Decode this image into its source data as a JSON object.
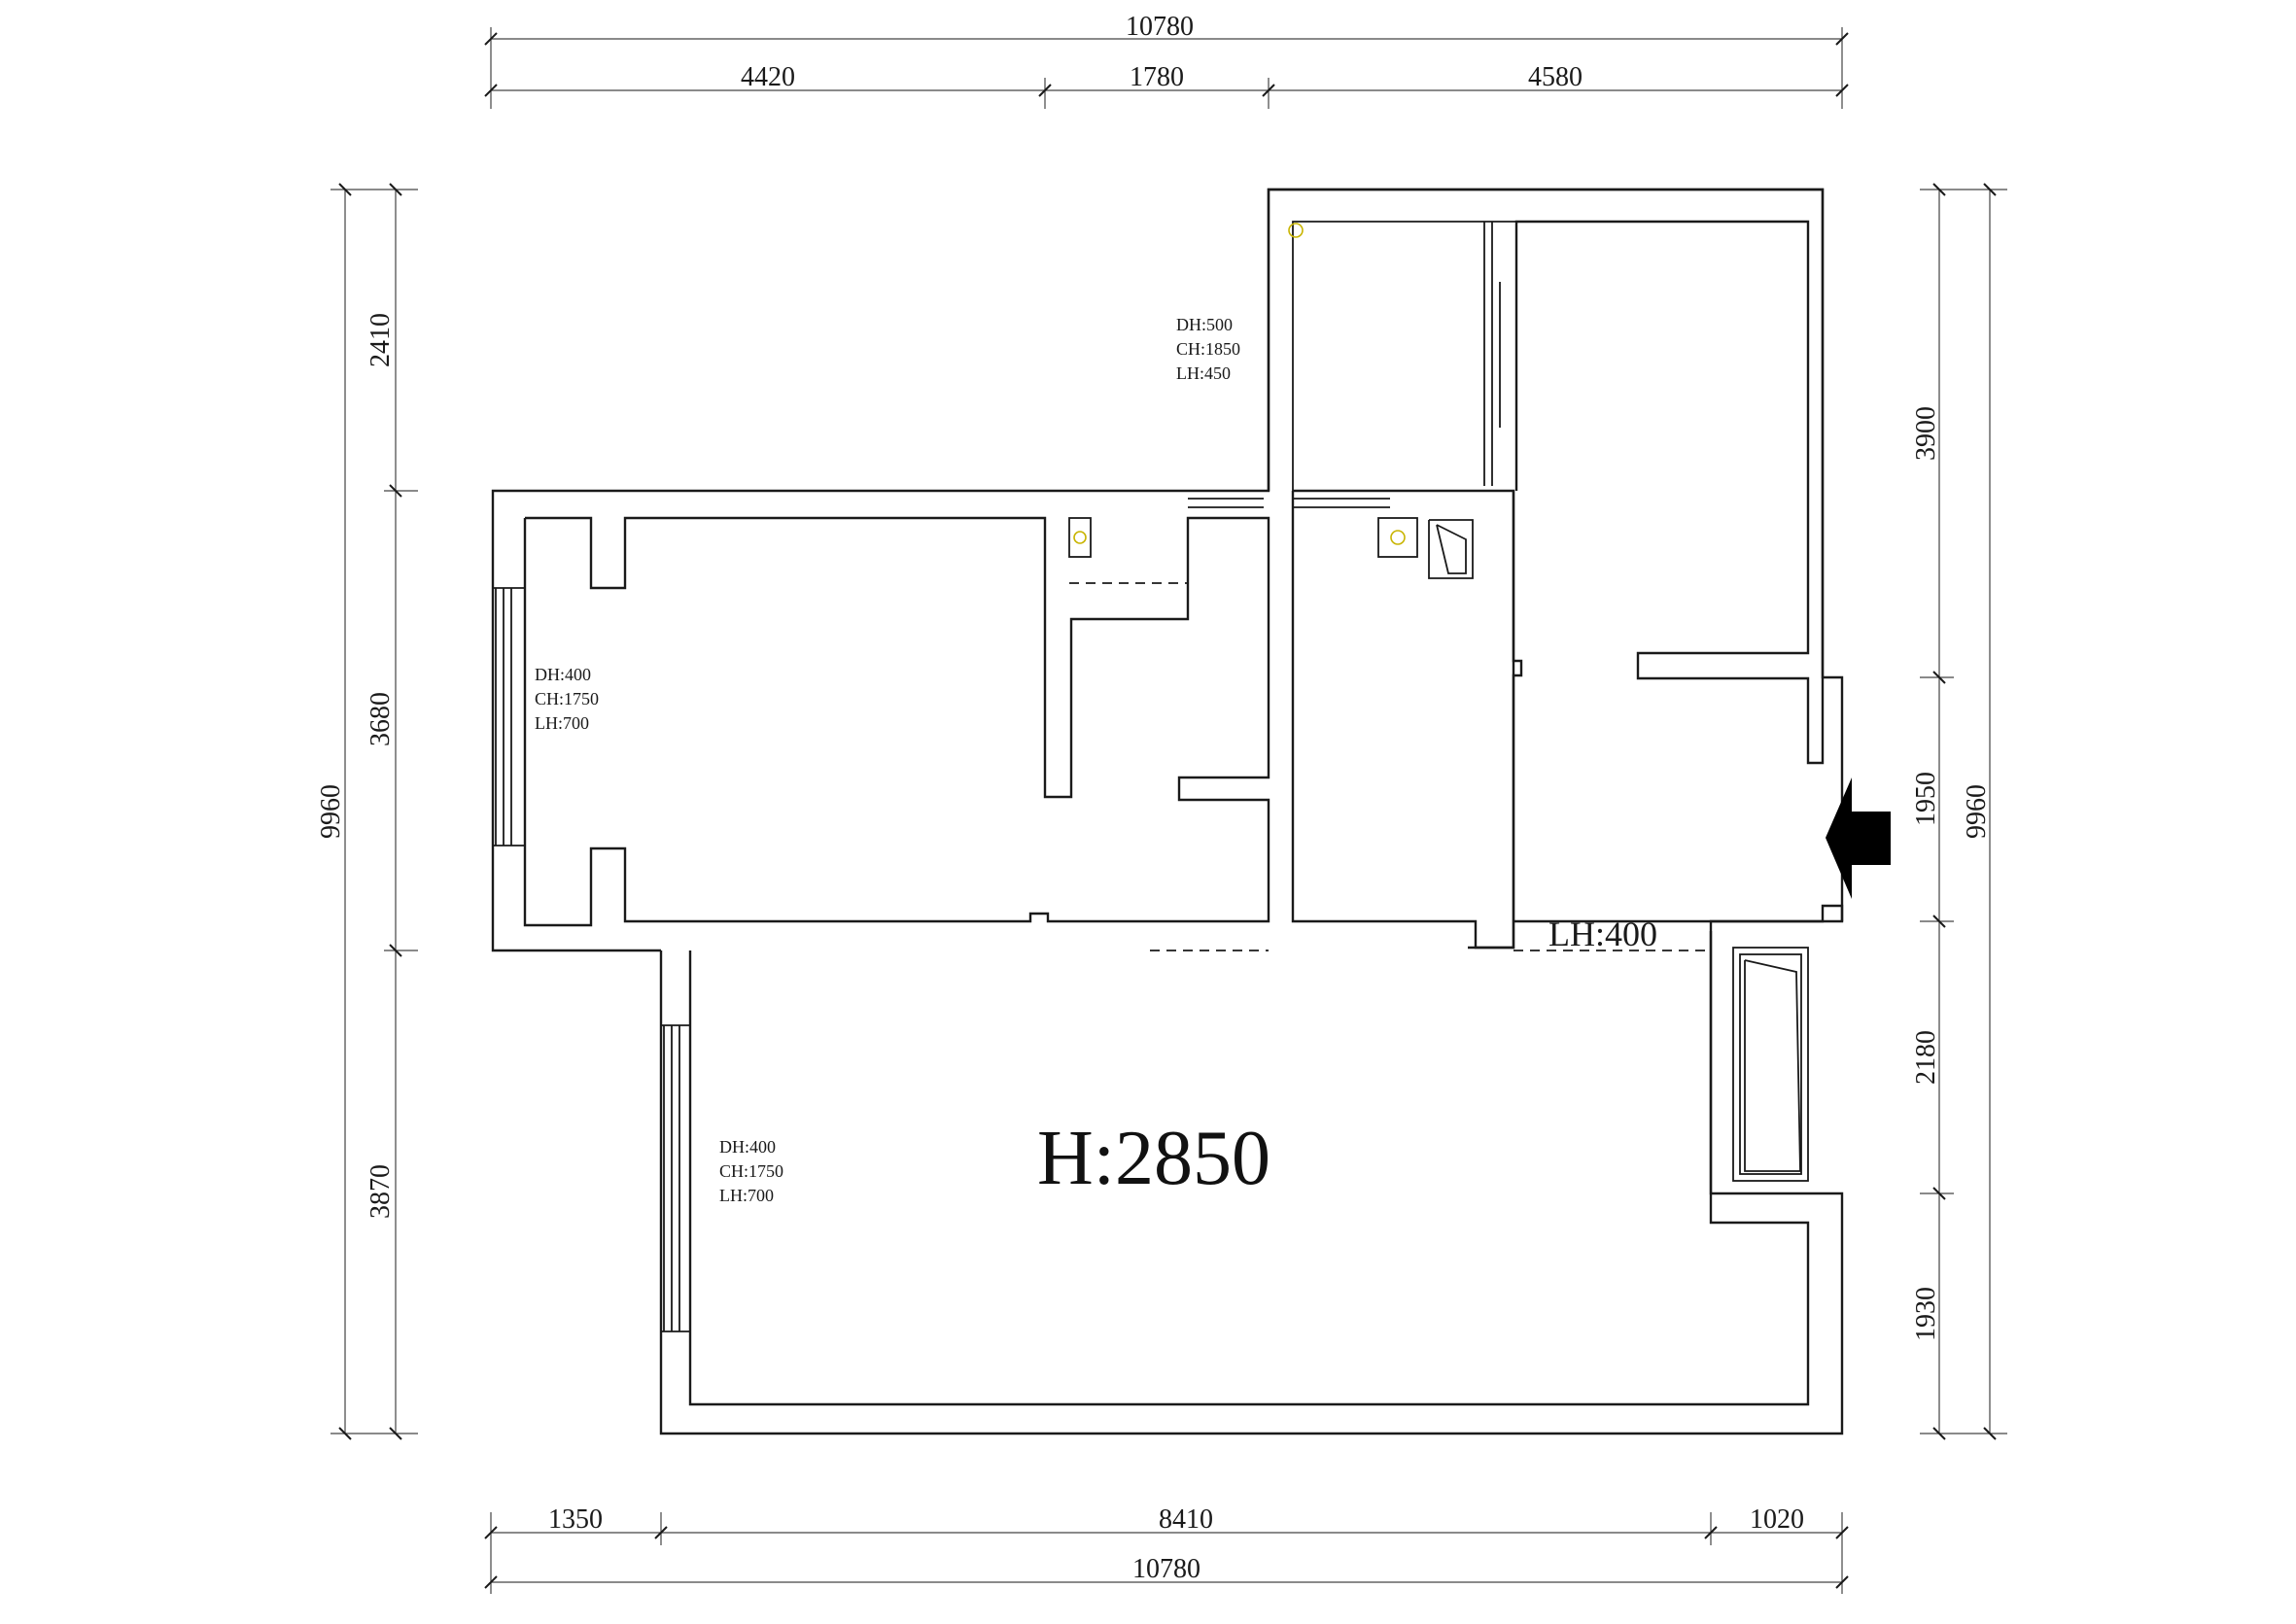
{
  "dimensions": {
    "top_total": "10780",
    "top_segments": [
      "4420",
      "1780",
      "4580"
    ],
    "bottom_segments": [
      "1350",
      "8410",
      "1020"
    ],
    "bottom_total": "10780",
    "left_total": "9960",
    "left_segments": [
      "2410",
      "3680",
      "3870"
    ],
    "right_segments": [
      "3900",
      "1950",
      "2180",
      "1930"
    ],
    "right_total": "9960"
  },
  "notes": {
    "bedroom_window": [
      "DH:400",
      "CH:1750",
      "LH:700"
    ],
    "living_window": [
      "DH:400",
      "CH:1750",
      "LH:700"
    ],
    "balcony_window": [
      "DH:500",
      "CH:1850",
      "LH:450"
    ]
  },
  "labels": {
    "ceiling_height": "H:2850",
    "beam": "LH:400"
  },
  "icons": {
    "entry": "entry-arrow-icon",
    "drain": "floor-drain-icon"
  },
  "colors": {
    "line": "#1a1a1a",
    "fixture": "#c8b400"
  }
}
